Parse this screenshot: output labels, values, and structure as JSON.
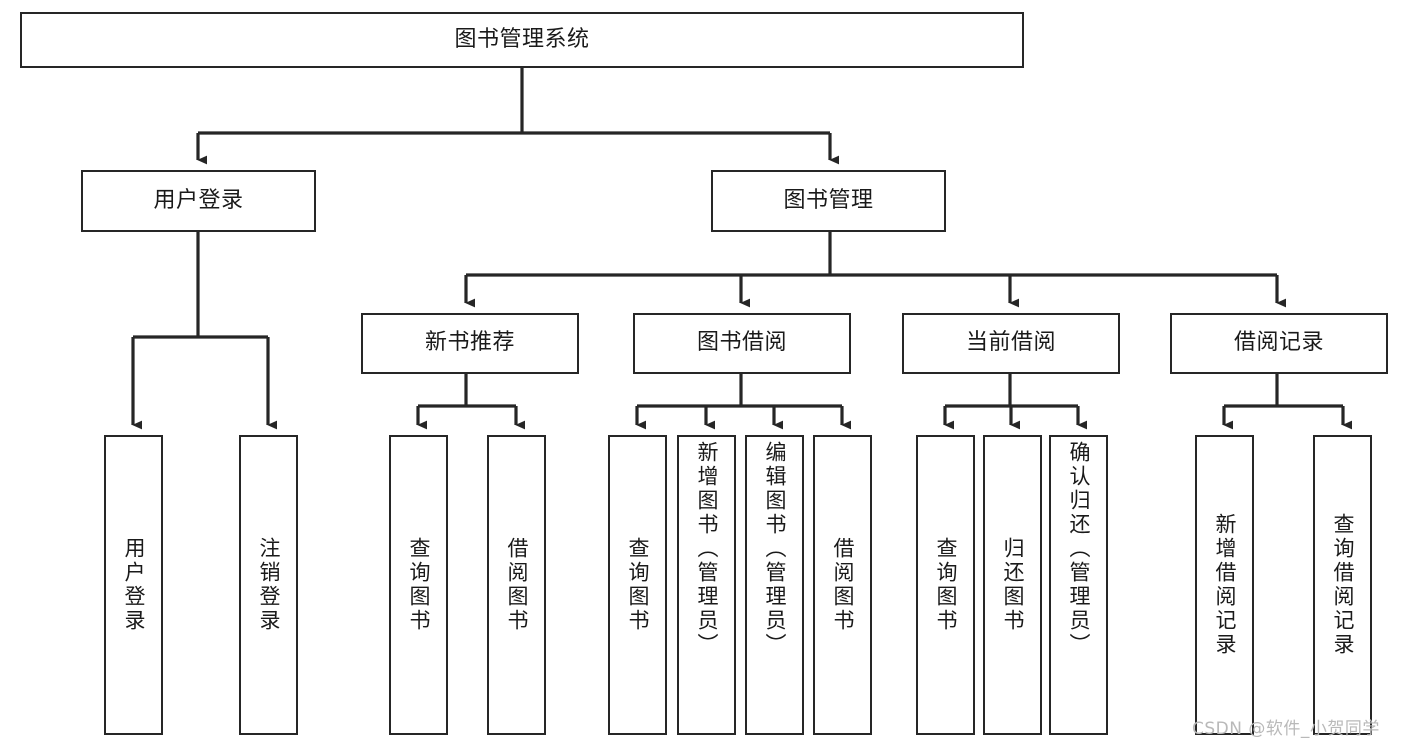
{
  "diagram": {
    "type": "hierarchy-tree",
    "title": "图书管理系统",
    "watermark": "CSDN @软件_小贺同学",
    "colors": {
      "box_border": "#262626",
      "box_fill": "#ffffff",
      "connector": "#262626",
      "text": "#1a1a1a",
      "watermark": "#b9b9b9",
      "background": "#ffffff"
    },
    "root": {
      "id": "root",
      "label": "图书管理系统",
      "orientation": "horizontal"
    },
    "level1": [
      {
        "id": "user-login",
        "label": "用户登录",
        "orientation": "horizontal"
      },
      {
        "id": "book-management",
        "label": "图书管理",
        "orientation": "horizontal"
      }
    ],
    "level2": [
      {
        "id": "new-book-recommend",
        "label": "新书推荐",
        "orientation": "horizontal",
        "parent": "book-management"
      },
      {
        "id": "book-borrow",
        "label": "图书借阅",
        "orientation": "horizontal",
        "parent": "book-management"
      },
      {
        "id": "current-borrow",
        "label": "当前借阅",
        "orientation": "horizontal",
        "parent": "book-management"
      },
      {
        "id": "borrow-record",
        "label": "借阅记录",
        "orientation": "horizontal",
        "parent": "book-management"
      }
    ],
    "leaves": [
      {
        "id": "leaf-user-login",
        "label": "用户登录",
        "orientation": "vertical",
        "parent": "user-login"
      },
      {
        "id": "leaf-user-logout",
        "label": "注销登录",
        "orientation": "vertical",
        "parent": "user-login"
      },
      {
        "id": "leaf-query-book-1",
        "label": "查询图书",
        "orientation": "vertical",
        "parent": "new-book-recommend"
      },
      {
        "id": "leaf-borrow-book-1",
        "label": "借阅图书",
        "orientation": "vertical",
        "parent": "new-book-recommend"
      },
      {
        "id": "leaf-query-book-2",
        "label": "查询图书",
        "orientation": "vertical",
        "parent": "book-borrow"
      },
      {
        "id": "leaf-add-book",
        "label": "新增图书（管理员）",
        "orientation": "vertical",
        "parent": "book-borrow"
      },
      {
        "id": "leaf-edit-book",
        "label": "编辑图书（管理员）",
        "orientation": "vertical",
        "parent": "book-borrow"
      },
      {
        "id": "leaf-borrow-book-2",
        "label": "借阅图书",
        "orientation": "vertical",
        "parent": "book-borrow"
      },
      {
        "id": "leaf-query-book-3",
        "label": "查询图书",
        "orientation": "vertical",
        "parent": "current-borrow"
      },
      {
        "id": "leaf-return-book",
        "label": "归还图书",
        "orientation": "vertical",
        "parent": "current-borrow"
      },
      {
        "id": "leaf-confirm-return",
        "label": "确认归还（管理员）",
        "orientation": "vertical",
        "parent": "current-borrow"
      },
      {
        "id": "leaf-add-borrow-record",
        "label": "新增借阅记录",
        "orientation": "vertical",
        "parent": "borrow-record"
      },
      {
        "id": "leaf-query-borrow-record",
        "label": "查询借阅记录",
        "orientation": "vertical",
        "parent": "borrow-record"
      }
    ]
  }
}
